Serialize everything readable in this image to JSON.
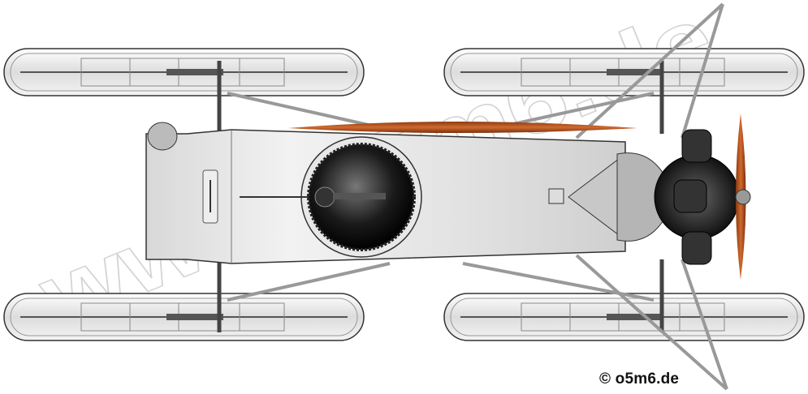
{
  "illustration": {
    "subject": "aerosled-top-view",
    "watermark_text": "www.o5m6.de",
    "copyright": "© o5m6.de",
    "colors": {
      "body": "#e4e4e4",
      "ski": "#ececec",
      "propeller": "#b5501c",
      "engine": "#2a2a2a",
      "outline": "#333333"
    }
  }
}
